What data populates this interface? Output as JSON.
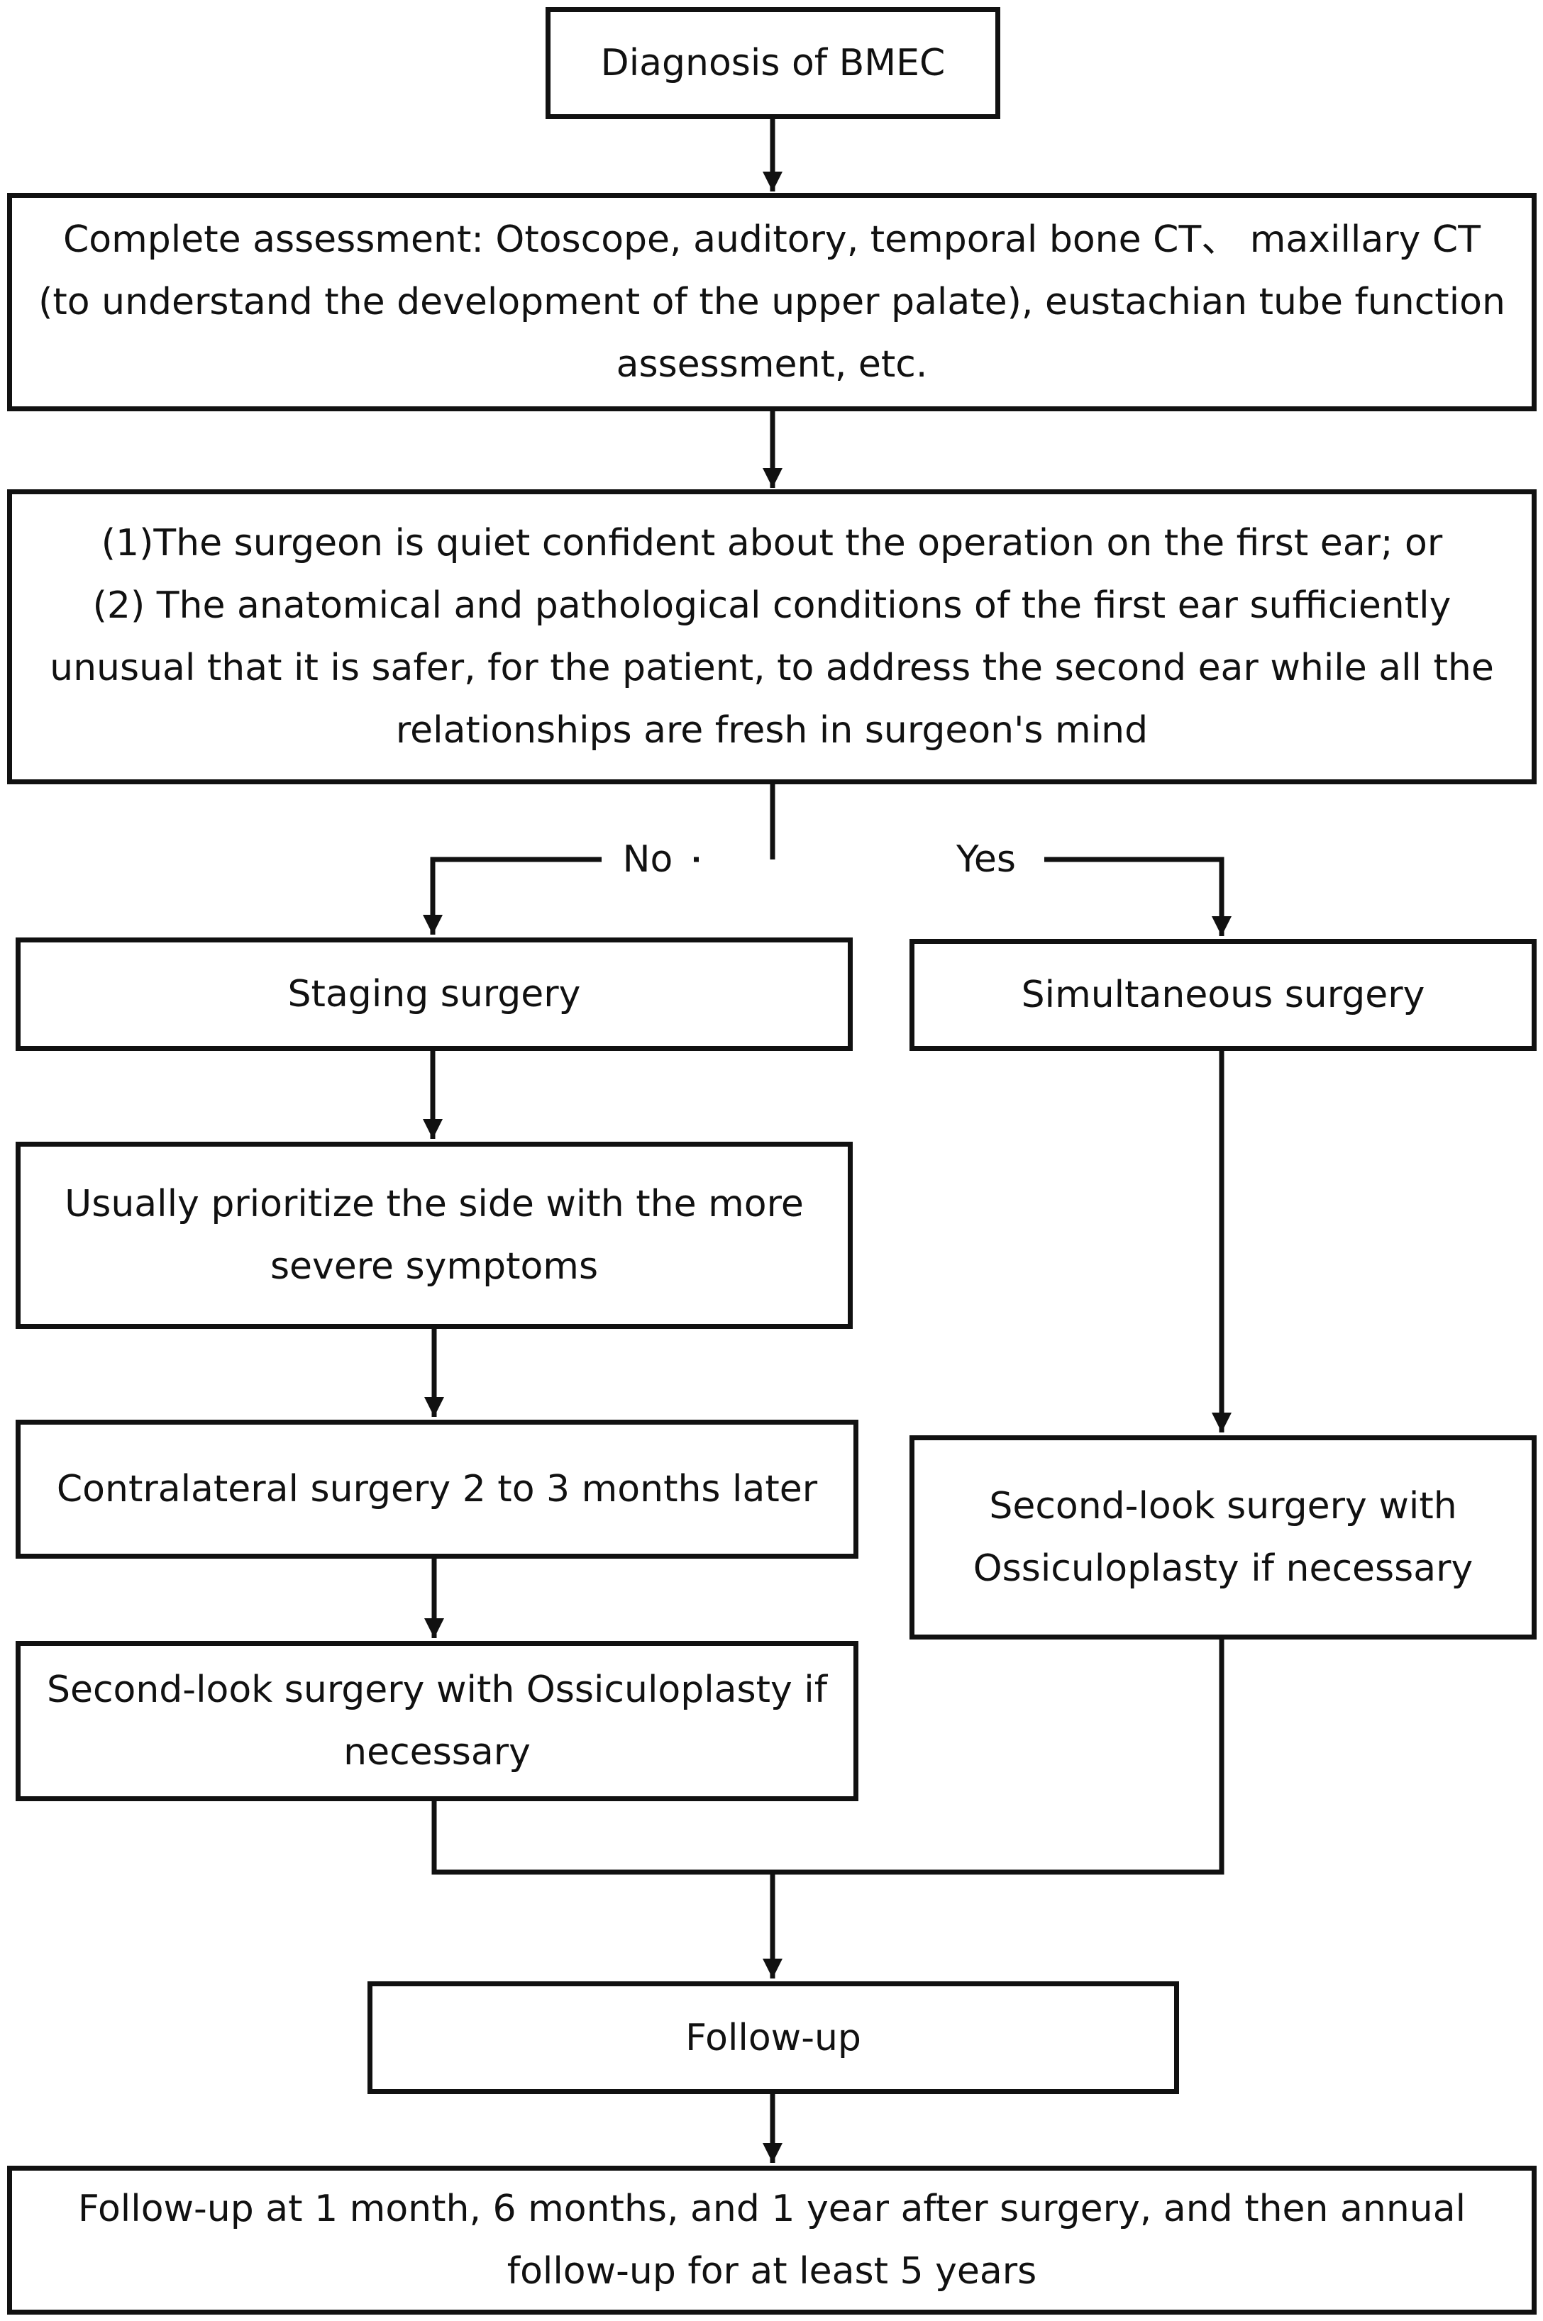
{
  "nodes": {
    "diagnosis": "Diagnosis of BMEC",
    "assessment": {
      "line1": "Complete assessment: Otoscope, auditory, temporal bone CT、 maxillary CT",
      "line2": "(to understand the development of the upper palate), eustachian tube function",
      "line3": "assessment, etc."
    },
    "criteria": {
      "line1": "(1)The surgeon is quiet confident about the operation on the first ear; or",
      "line2": "(2) The anatomical and pathological conditions of the first ear sufficiently",
      "line3": "unusual  that it is safer, for the patient, to address the second ear while all the",
      "line4": "relationships are fresh in  surgeon's mind"
    },
    "staging": "Staging surgery",
    "simultaneous": "Simultaneous surgery",
    "prioritize": {
      "line1": "Usually prioritize the side with the more",
      "line2": "severe symptoms"
    },
    "contralateral": "Contralateral surgery  2 to 3 months later",
    "second_look_left": {
      "line1": "Second-look surgery with Ossiculoplasty if",
      "line2": "necessary"
    },
    "second_look_right": {
      "line1": "Second-look surgery with",
      "line2": "Ossiculoplasty if necessary"
    },
    "followup": "Follow-up",
    "followup_schedule": {
      "line1": "Follow-up at 1 month, 6 months, and 1 year after surgery, and then annual",
      "line2": "follow-up for at least 5 years"
    }
  },
  "edge_labels": {
    "no": "No",
    "yes": "Yes"
  },
  "colors": {
    "stroke": "#111111",
    "background": "#ffffff"
  }
}
